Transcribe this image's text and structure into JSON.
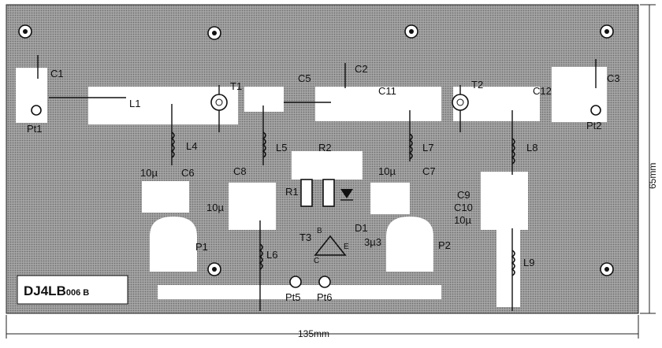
{
  "board_id": "DJ4LB",
  "board_rev": "006 B",
  "dimensions": {
    "width": "135mm",
    "height": "65mm"
  },
  "components": {
    "C1": "C1",
    "C2": "C2",
    "C3": "C3",
    "C5": "C5",
    "C6": "C6",
    "C7": "C7",
    "C8": "C8",
    "C9": "C9",
    "C10": "C10",
    "C11": "C11",
    "C12": "C12",
    "L1": "L1",
    "L4": "L4",
    "L5": "L5",
    "L6": "L6",
    "L7": "L7",
    "L8": "L8",
    "L9": "L9",
    "T1": "T1",
    "T2": "T2",
    "T3": "T3",
    "R1": "R1",
    "R2": "R2",
    "D1": "D1",
    "P1": "P1",
    "P2": "P2",
    "Pt1": "Pt1",
    "Pt2": "Pt2",
    "Pt5": "Pt5",
    "Pt6": "Pt6"
  },
  "values": {
    "cap_10u": "10µ",
    "cap_3u3": "3µ3"
  },
  "transistor_pins": {
    "B": "B",
    "C": "C",
    "E": "E"
  },
  "colors": {
    "board": "#9a9a9a",
    "copper": "#ffffff",
    "ink": "#111111"
  }
}
